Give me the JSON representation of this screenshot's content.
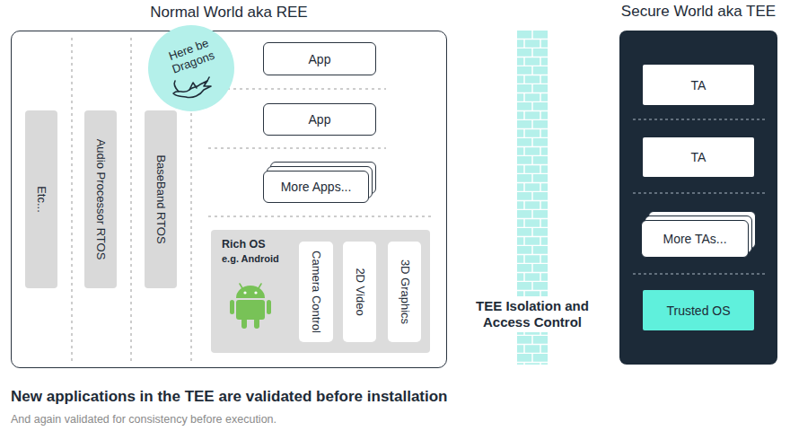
{
  "diagram": {
    "caption": "New applications in the TEE are validated before installation",
    "nodes": [
      {
        "text": [
          "Normal World aka REE"
        ]
      },
      {
        "text": [
          "Etc..."
        ],
        "in": 0
      },
      {
        "text": [
          "Audio Processor RTOS"
        ],
        "in": 0
      },
      {
        "text": [
          "BaseBand RTOS"
        ],
        "in": 0
      },
      {
        "text": [
          "Here be Dragons"
        ],
        "in": 0
      },
      {
        "text": [
          "App"
        ],
        "in": 0
      },
      {
        "text": [
          "App"
        ],
        "in": 0
      },
      {
        "text": [
          "More Apps..."
        ],
        "in": 0
      },
      {
        "text": [
          "Rich OS",
          "e.g. Android"
        ],
        "in": 0
      },
      {
        "text": [
          "Camera Control"
        ],
        "in": 8
      },
      {
        "text": [
          "2D Video"
        ],
        "in": 8
      },
      {
        "text": [
          "3D Graphics"
        ],
        "in": 8
      },
      {
        "text": [
          "TEE Isolation and Access Control"
        ]
      },
      {
        "text": [
          "Secure World aka TEE"
        ]
      },
      {
        "text": [
          "TA"
        ],
        "in": 13
      },
      {
        "text": [
          "TA"
        ],
        "in": 13
      },
      {
        "text": [
          "More TAs..."
        ],
        "in": 13
      },
      {
        "text": [
          "Trusted OS"
        ],
        "in": 13
      }
    ],
    "labels": [
      "And again validated for consistency before execution."
    ]
  }
}
